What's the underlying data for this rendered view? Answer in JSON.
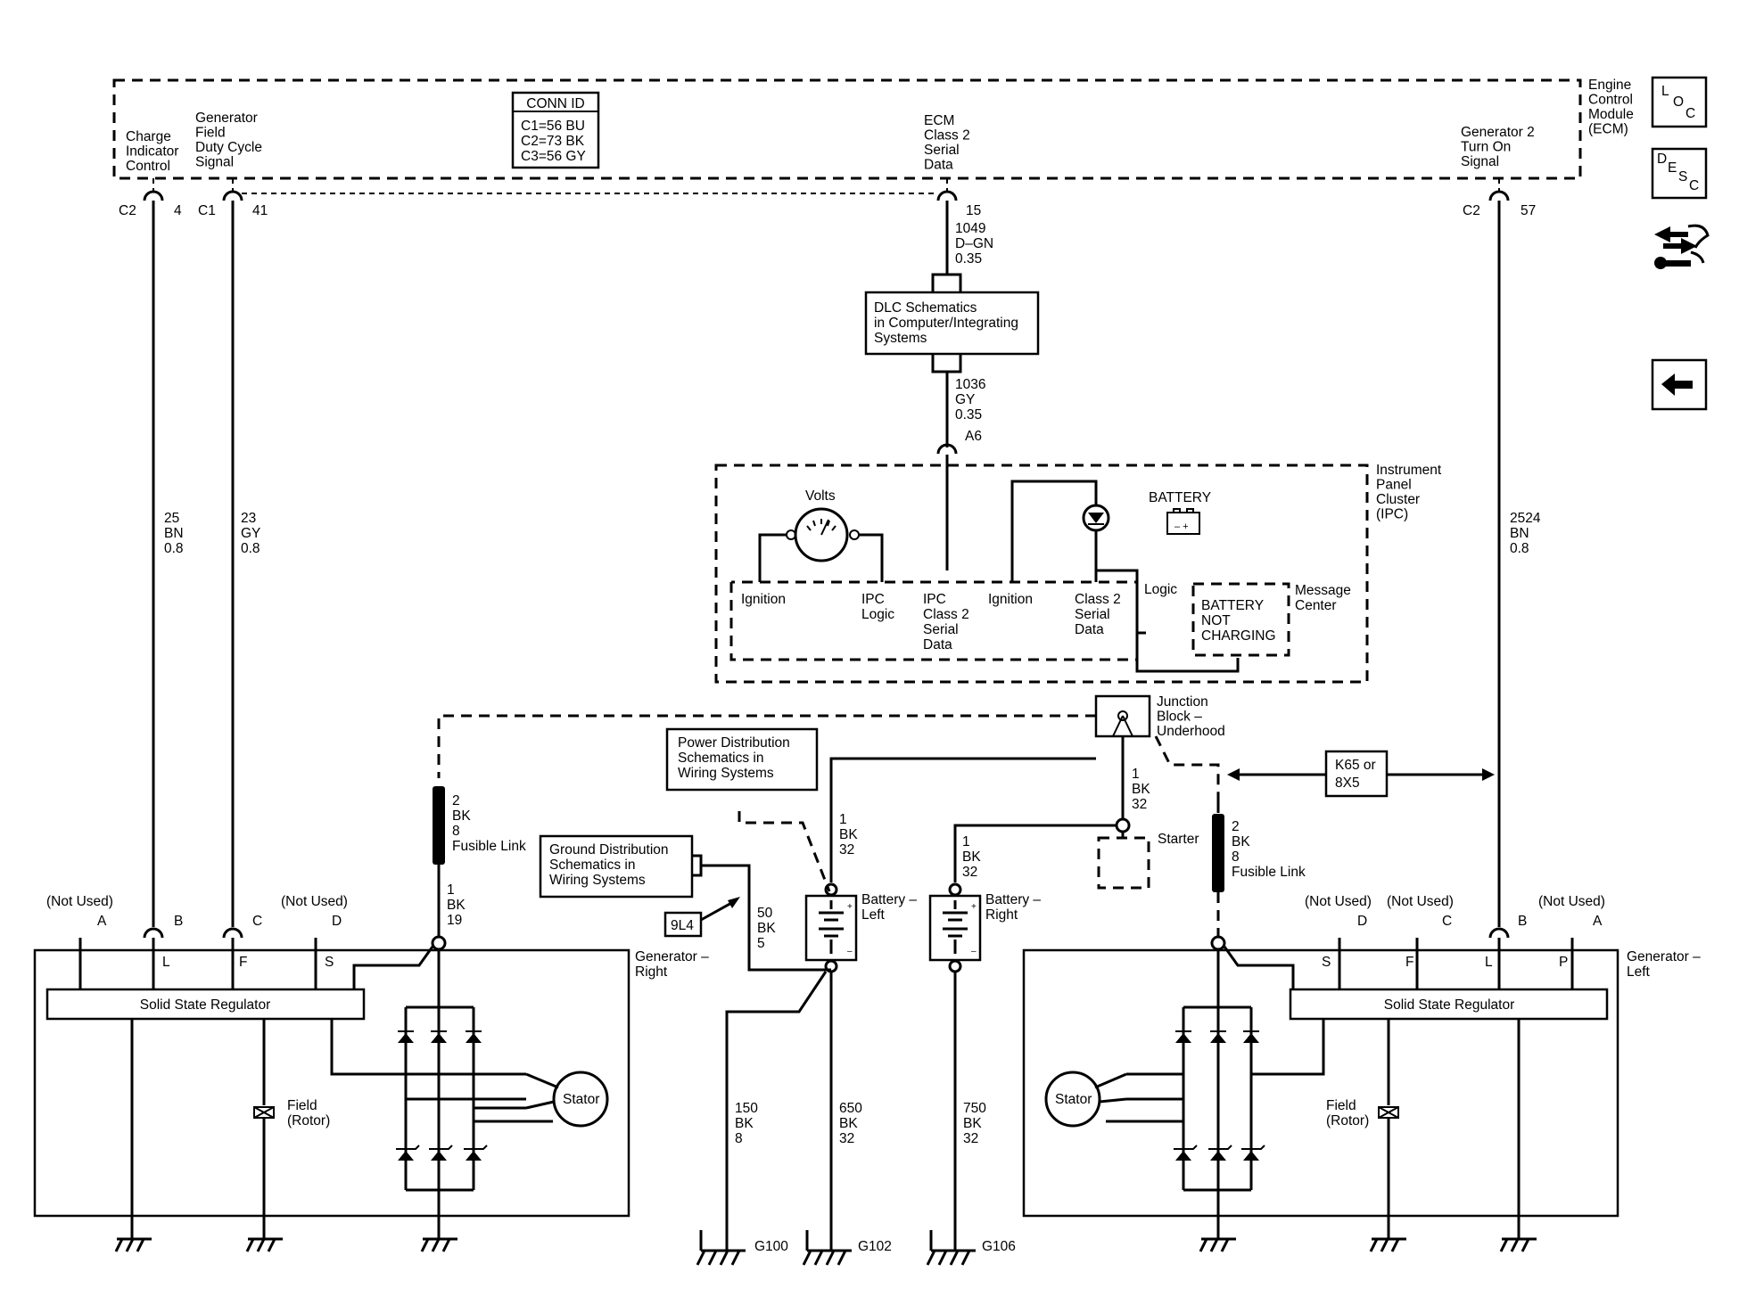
{
  "ecm": {
    "name": [
      "Engine",
      "Control",
      "Module",
      "(ECM)"
    ],
    "conn_id": {
      "title": "CONN ID",
      "lines": [
        "C1=56 BU",
        "C2=73 BK",
        "C3=56 GY"
      ]
    },
    "charge_indicator": [
      "Charge",
      "Indicator",
      "Control"
    ],
    "field_duty": [
      "Generator",
      "Field",
      "Duty Cycle",
      "Signal"
    ],
    "class2": [
      "ECM",
      "Class 2",
      "Serial",
      "Data"
    ],
    "gen2_turn_on": [
      "Generator 2",
      "Turn On",
      "Signal"
    ],
    "pin_c2_4": {
      "conn": "C2",
      "pin": "4"
    },
    "pin_c1_41": {
      "conn": "C1",
      "pin": "41"
    },
    "pin_15": "15",
    "pin_c2_57": {
      "conn": "C2",
      "pin": "57"
    }
  },
  "nav": {
    "loc": [
      "L",
      "O",
      "C"
    ],
    "desc": [
      "D",
      "E",
      "S",
      "C"
    ]
  },
  "wires": {
    "w1049": [
      "1049",
      "D–GN",
      "0.35"
    ],
    "w1036": [
      "1036",
      "GY",
      "0.35"
    ],
    "a6": "A6",
    "w25": [
      "25",
      "BN",
      "0.8"
    ],
    "w23": [
      "23",
      "GY",
      "0.8"
    ],
    "w2524": [
      "2524",
      "BN",
      "0.8"
    ],
    "fl_left": [
      "2",
      "BK",
      "8",
      "Fusible Link"
    ],
    "fl_right": [
      "2",
      "BK",
      "8",
      "Fusible Link"
    ],
    "w1bk19": [
      "1",
      "BK",
      "19"
    ],
    "w1bk32a": [
      "1",
      "BK",
      "32"
    ],
    "w1bk32b": [
      "1",
      "BK",
      "32"
    ],
    "w1bk32c": [
      "1",
      "BK",
      "32"
    ],
    "w50": [
      "50",
      "BK",
      "5"
    ],
    "w150": [
      "150",
      "BK",
      "8"
    ],
    "w650": [
      "650",
      "BK",
      "32"
    ],
    "w750": [
      "750",
      "BK",
      "32"
    ]
  },
  "dlc": [
    "DLC Schematics",
    "in Computer/Integrating",
    "Systems"
  ],
  "ipc": {
    "name": [
      "Instrument",
      "Panel",
      "Cluster",
      "(IPC)"
    ],
    "volts": "Volts",
    "battery": "BATTERY",
    "ignition1": "Ignition",
    "ipc_logic": [
      "IPC",
      "Logic"
    ],
    "ipc_class2": [
      "IPC",
      "Class 2",
      "Serial",
      "Data"
    ],
    "ignition2": "Ignition",
    "class2": [
      "Class 2",
      "Serial",
      "Data"
    ],
    "logic": "Logic",
    "msg": [
      "BATTERY",
      "NOT",
      "CHARGING"
    ],
    "msg_center": [
      "Message",
      "Center"
    ]
  },
  "junction": [
    "Junction",
    "Block –",
    "Underhood"
  ],
  "power_dist": [
    "Power Distribution",
    "Schematics in",
    "Wiring Systems"
  ],
  "ground_dist": [
    "Ground Distribution",
    "Schematics in",
    "Wiring Systems"
  ],
  "ref_9l4": "9L4",
  "k65": [
    "K65 or",
    "8X5"
  ],
  "starter": "Starter",
  "battery_left": [
    "Battery –",
    "Left"
  ],
  "battery_right": [
    "Battery –",
    "Right"
  ],
  "gen_right": {
    "name": [
      "Generator –",
      "Right"
    ],
    "regulator": "Solid State Regulator",
    "field": [
      "Field",
      "(Rotor)"
    ],
    "stator": "Stator",
    "pins": [
      {
        "letter": "A",
        "note": "(Not Used)",
        "term": ""
      },
      {
        "letter": "B",
        "note": "",
        "term": "L"
      },
      {
        "letter": "C",
        "note": "",
        "term": "F"
      },
      {
        "letter": "D",
        "note": "(Not Used)",
        "term": "S"
      }
    ]
  },
  "gen_left": {
    "name": [
      "Generator –",
      "Left"
    ],
    "regulator": "Solid State Regulator",
    "field": [
      "Field",
      "(Rotor)"
    ],
    "stator": "Stator",
    "pins": [
      {
        "letter": "D",
        "note": "(Not Used)",
        "term": "S"
      },
      {
        "letter": "C",
        "note": "(Not Used)",
        "term": "F"
      },
      {
        "letter": "B",
        "note": "",
        "term": "L"
      },
      {
        "letter": "A",
        "note": "(Not Used)",
        "term": "P"
      }
    ]
  },
  "grounds": [
    "G100",
    "G102",
    "G106"
  ]
}
